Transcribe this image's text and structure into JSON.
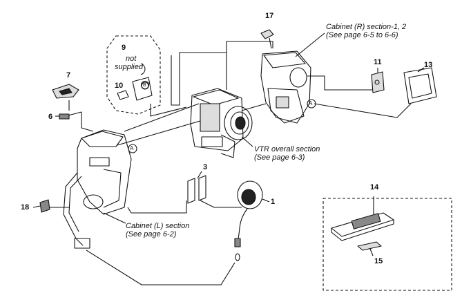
{
  "callouts": {
    "n1": "1",
    "n3": "3",
    "n6": "6",
    "n7": "7",
    "n9": "9",
    "n10": "10",
    "n11": "11",
    "n13": "13",
    "n14": "14",
    "n15": "15",
    "n17": "17",
    "n18": "18"
  },
  "notes": {
    "not_supplied_1": "not",
    "not_supplied_2": "supplied",
    "cabinet_r_1": "Cabinet (R) section-1, 2",
    "cabinet_r_2": "(See page 6-5 to 6-6)",
    "vtr_1": "VTR overall section",
    "vtr_2": "(See page 6-3)",
    "cabinet_l_1": "Cabinet (L) section",
    "cabinet_l_2": "(See page 6-2)"
  },
  "markers": {
    "a1": "A",
    "a2": "A",
    "b1": "B"
  }
}
